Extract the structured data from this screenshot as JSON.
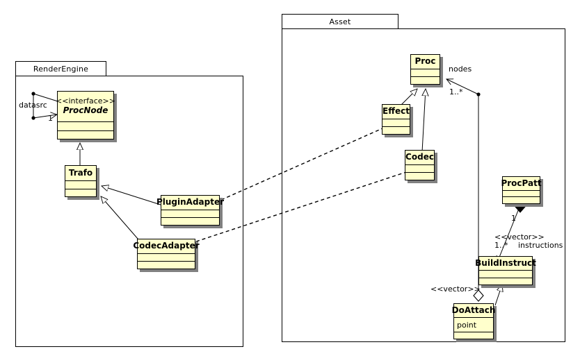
{
  "diagram": {
    "kind": "uml-class-diagram",
    "background": "#ffffff",
    "class_fill": "#ffffcc",
    "class_stroke": "#000000",
    "shadow_color": "#808080"
  },
  "packages": [
    {
      "id": "renderengine",
      "name": "RenderEngine"
    },
    {
      "id": "asset",
      "name": "Asset"
    }
  ],
  "classes": [
    {
      "id": "procnode",
      "stereotype": "<<interface>>",
      "name": "ProcNode",
      "italic": true,
      "attributes": "",
      "operations": ""
    },
    {
      "id": "trafo",
      "stereotype": "",
      "name": "Trafo",
      "italic": false,
      "attributes": "",
      "operations": ""
    },
    {
      "id": "pluginadapter",
      "stereotype": "",
      "name": "PluginAdapter",
      "italic": false,
      "attributes": "",
      "operations": ""
    },
    {
      "id": "codecadapter",
      "stereotype": "",
      "name": "CodecAdapter",
      "italic": false,
      "attributes": "",
      "operations": ""
    },
    {
      "id": "proc",
      "stereotype": "",
      "name": "Proc",
      "italic": false,
      "attributes": "",
      "operations": ""
    },
    {
      "id": "effect",
      "stereotype": "",
      "name": "Effect",
      "italic": false,
      "attributes": "",
      "operations": ""
    },
    {
      "id": "codec",
      "stereotype": "",
      "name": "Codec",
      "italic": false,
      "attributes": "",
      "operations": ""
    },
    {
      "id": "procpatt",
      "stereotype": "",
      "name": "ProcPatt",
      "italic": false,
      "attributes": "",
      "operations": ""
    },
    {
      "id": "buildinstruct",
      "stereotype": "",
      "name": "BuildInstruct",
      "italic": false,
      "attributes": "",
      "operations": ""
    },
    {
      "id": "doattach",
      "stereotype": "",
      "name": "DoAttach",
      "italic": false,
      "attributes": "point",
      "operations": ""
    }
  ],
  "edge_labels": {
    "datasrc": "datasrc",
    "procnode_mult_one": "1",
    "nodes": "nodes",
    "nodes_mult": "1..*",
    "procpatt_mult_one": "1",
    "instructions_stereotype": "<<vector>>",
    "instructions_mult": "1..*",
    "instructions_role": "instructions",
    "doattach_vector_stereotype": "<<vector>>"
  },
  "relations": [
    {
      "from": "procnode",
      "to": "procnode",
      "type": "association",
      "role": "datasrc",
      "multiplicity": "1"
    },
    {
      "from": "trafo",
      "to": "procnode",
      "type": "generalization"
    },
    {
      "from": "pluginadapter",
      "to": "trafo",
      "type": "generalization"
    },
    {
      "from": "codecadapter",
      "to": "trafo",
      "type": "generalization"
    },
    {
      "from": "pluginadapter",
      "to": "effect",
      "type": "dependency"
    },
    {
      "from": "codecadapter",
      "to": "codec",
      "type": "dependency"
    },
    {
      "from": "effect",
      "to": "proc",
      "type": "generalization"
    },
    {
      "from": "codec",
      "to": "proc",
      "type": "generalization"
    },
    {
      "from": "proc",
      "to": "doattach",
      "type": "aggregation",
      "role": "nodes",
      "multiplicity": "1..*",
      "stereotype": "<<vector>>"
    },
    {
      "from": "procpatt",
      "to": "buildinstruct",
      "type": "composition",
      "role": "instructions",
      "multiplicity_source": "1",
      "multiplicity_target": "1..*",
      "stereotype": "<<vector>>"
    },
    {
      "from": "doattach",
      "to": "buildinstruct",
      "type": "generalization"
    }
  ]
}
